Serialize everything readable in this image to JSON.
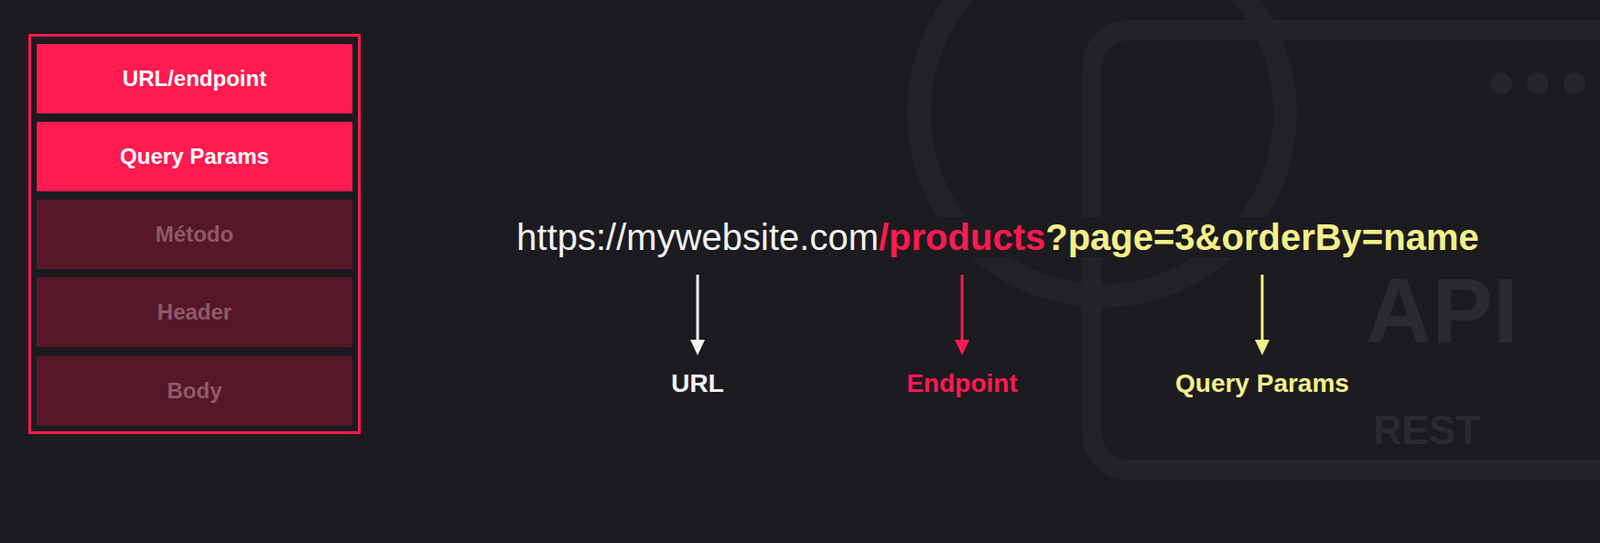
{
  "diagram": {
    "nodes": [
      {
        "text": [
          "URL/endpoint"
        ]
      },
      {
        "text": [
          "Query Params"
        ]
      },
      {
        "text": [
          "Método"
        ]
      },
      {
        "text": [
          "Header"
        ]
      },
      {
        "text": [
          "Body"
        ]
      }
    ],
    "labels": [
      "https://mywebsite.com",
      "/products",
      "?page=3&orderBy=name",
      "URL",
      "Endpoint",
      "Query Params",
      "API",
      "REST"
    ]
  }
}
